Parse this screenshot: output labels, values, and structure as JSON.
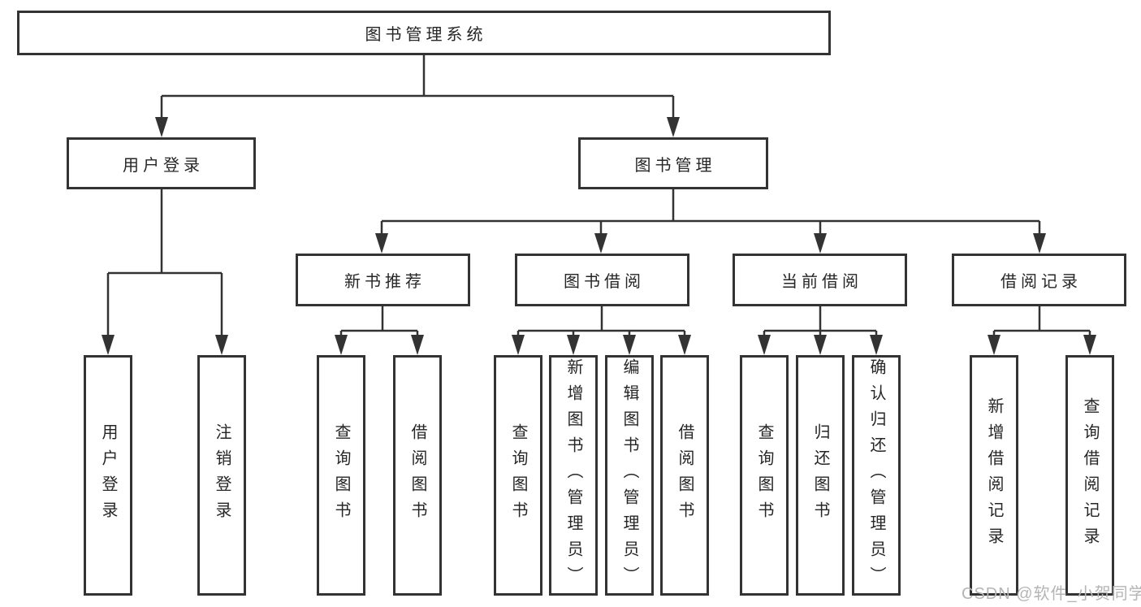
{
  "tree": {
    "root": {
      "label": "图书管理系统"
    },
    "children": [
      {
        "label": "用户登录",
        "children": [
          "用户登录",
          "注销登录"
        ]
      },
      {
        "label": "图书管理",
        "children": [
          {
            "label": "新书推荐",
            "children": [
              "查询图书",
              "借阅图书"
            ]
          },
          {
            "label": "图书借阅",
            "children": [
              "查询图书",
              "新增图书（管理员）",
              "编辑图书（管理员）",
              "借阅图书"
            ]
          },
          {
            "label": "当前借阅",
            "children": [
              "查询图书",
              "归还图书",
              "确认归还（管理员）"
            ]
          },
          {
            "label": "借阅记录",
            "children": [
              "新增借阅记录",
              "查询借阅记录"
            ]
          }
        ]
      }
    ]
  },
  "watermark": "CSDN @软件_小贺同学",
  "colors": {
    "line": "#333333",
    "text": "#262626",
    "watermark": "#b5b5b5",
    "background": "#ffffff"
  }
}
